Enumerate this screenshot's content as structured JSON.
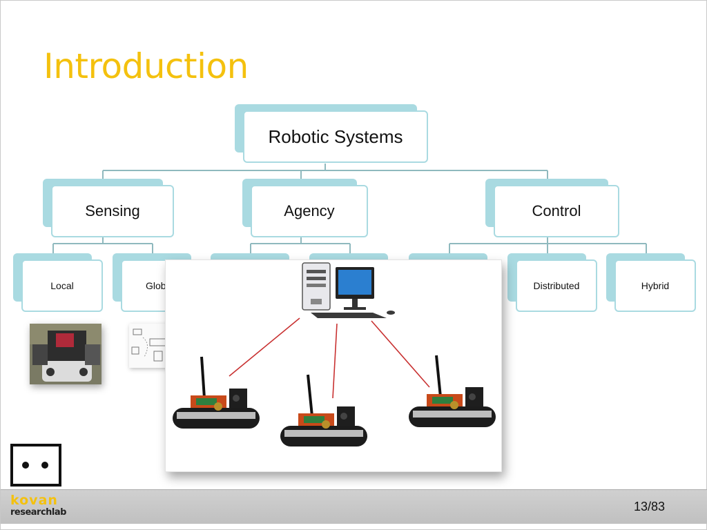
{
  "slide": {
    "title": "Introduction",
    "page_number": "13/83"
  },
  "org_chart": {
    "root": "Robotic Systems",
    "level1": [
      "Sensing",
      "Agency",
      "Control"
    ],
    "sensing_children": [
      "Local",
      "Global"
    ],
    "sensing_child_global_visible_text": "Glob",
    "control_children": [
      "Distributed",
      "Hybrid"
    ]
  },
  "footer": {
    "logo_line1": "kovan",
    "logo_line2": "researchlab"
  },
  "colors": {
    "title": "#f4c10e",
    "box_accent": "#a9dae1",
    "connector": "#8fb9be",
    "footer_bg": "#c4c4c4"
  }
}
